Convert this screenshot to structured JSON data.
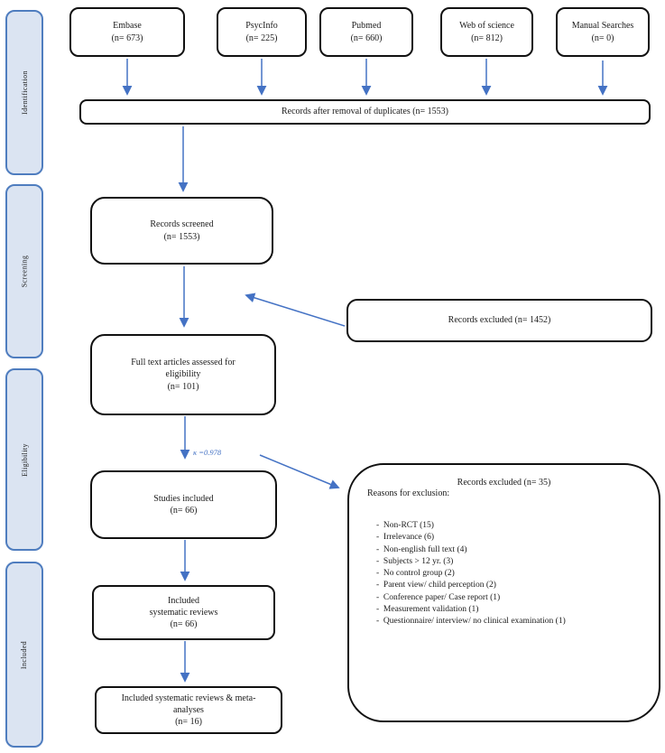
{
  "stages": [
    {
      "label": "Identification"
    },
    {
      "label": "Screening"
    },
    {
      "label": "Eligibility"
    },
    {
      "label": "Included"
    }
  ],
  "sources": [
    {
      "name": "Embase",
      "count": "(n= 673)"
    },
    {
      "name": "PsycInfo",
      "count": "(n= 225)"
    },
    {
      "name": "Pubmed",
      "count": "(n= 660)"
    },
    {
      "name": "Web of science",
      "count": "(n= 812)"
    },
    {
      "name": "Manual Searches",
      "count": "(n= 0)"
    }
  ],
  "flow": {
    "duplicates_removed": "Records after removal of duplicates (n= 1553)",
    "records_screened": {
      "line1": "Records screened",
      "line2": "(n= 1553)"
    },
    "records_excluded_screening": "Records excluded (n= 1452)",
    "full_text": {
      "line1": "Full text articles assessed for",
      "line2": "eligibility",
      "line3": "(n= 101)"
    },
    "kappa": "κ =0.978",
    "studies_included": {
      "line1": "Studies included",
      "line2": "(n= 66)"
    },
    "records_excluded_fulltext": {
      "title": "Records excluded (n= 35)",
      "subtitle": "Reasons for exclusion:",
      "reasons": [
        "Non-RCT (15)",
        "Irrelevance (6)",
        "Non-english full text (4)",
        "Subjects > 12 yr. (3)",
        "No control group (2)",
        "Parent view/ child perception (2)",
        "Conference paper/ Case report (1)",
        "Measurement validation (1)",
        "Questionnaire/ interview/ no clinical examination (1)"
      ]
    },
    "included_reviews": {
      "line1": "Included",
      "line2": "systematic reviews",
      "line3": "(n= 66)"
    },
    "included_meta": {
      "line1": "Included systematic reviews & meta-",
      "line2": "analyses",
      "line3": "(n= 16)"
    }
  },
  "colors": {
    "arrow": "#4472c4",
    "stage_fill": "#dbe4f2",
    "stage_border": "#4f7dbf",
    "kappa_text": "#4472c4",
    "box_border": "#111111"
  }
}
